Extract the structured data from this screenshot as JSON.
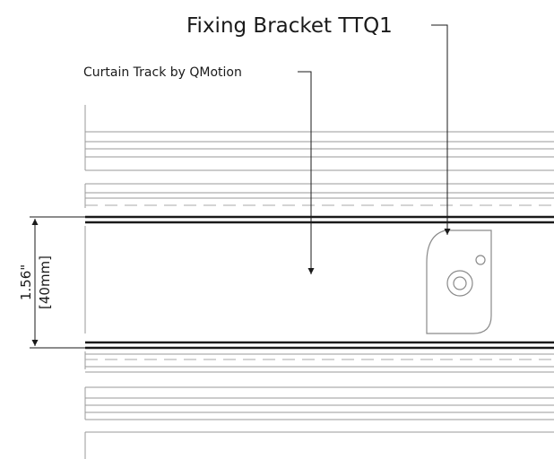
{
  "labels": {
    "bracket": "Fixing Bracket TTQ1",
    "track": "Curtain Track by QMotion",
    "dim_imperial": "1.56\"",
    "dim_metric": "[40mm]"
  },
  "colors": {
    "line": "#1a1a1a",
    "thin": "#9a9a9a",
    "dash": "#a8a8a8"
  }
}
